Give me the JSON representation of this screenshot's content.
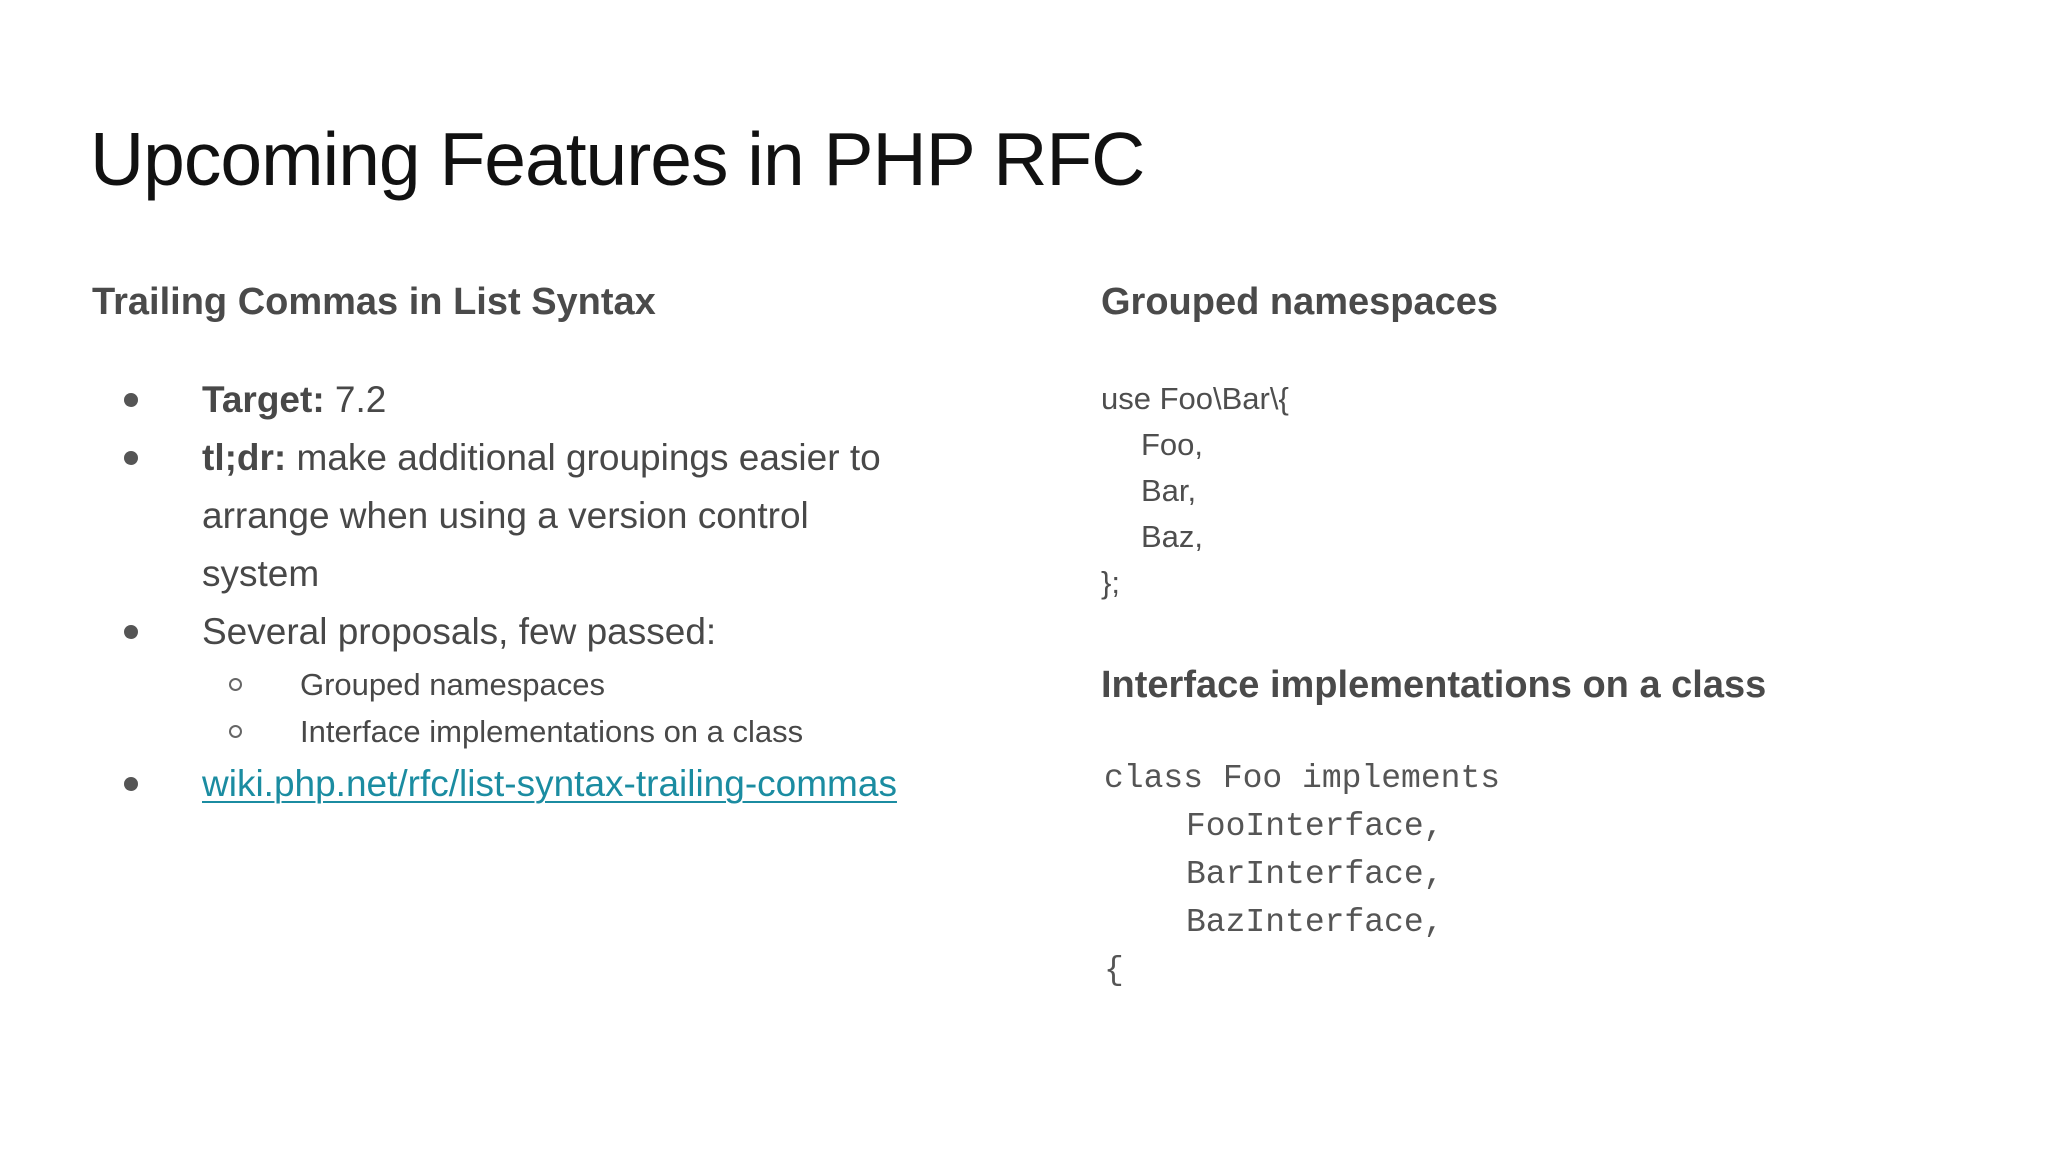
{
  "slide": {
    "title": "Upcoming Features in PHP RFC",
    "left": {
      "heading": "Trailing Commas in List Syntax",
      "bullets": [
        {
          "bold": "Target:",
          "text": " 7.2"
        },
        {
          "bold": "tl;dr:",
          "text": " make additional groupings easier to arrange when using a version control system"
        },
        {
          "bold": "",
          "text": "Several proposals, few passed:"
        }
      ],
      "sub_bullets": [
        "Grouped namespaces",
        "Interface implementations on a class"
      ],
      "link": "wiki.php.net/rfc/list-syntax-trailing-commas"
    },
    "right": {
      "heading1": "Grouped namespaces",
      "code1_lines": [
        "use Foo\\Bar\\{",
        "Foo,",
        "Bar,",
        "Baz,",
        "};"
      ],
      "heading2": "Interface implementations on a class",
      "code2_lines": [
        "class Foo implements",
        "FooInterface,",
        "BarInterface,",
        "BazInterface,",
        "{"
      ]
    },
    "colors": {
      "background": "#ffffff",
      "title_text": "#111111",
      "body_text": "#484848",
      "heading_text": "#4a4a4a",
      "code_text": "#555555",
      "link": "#1b8ca1"
    }
  }
}
